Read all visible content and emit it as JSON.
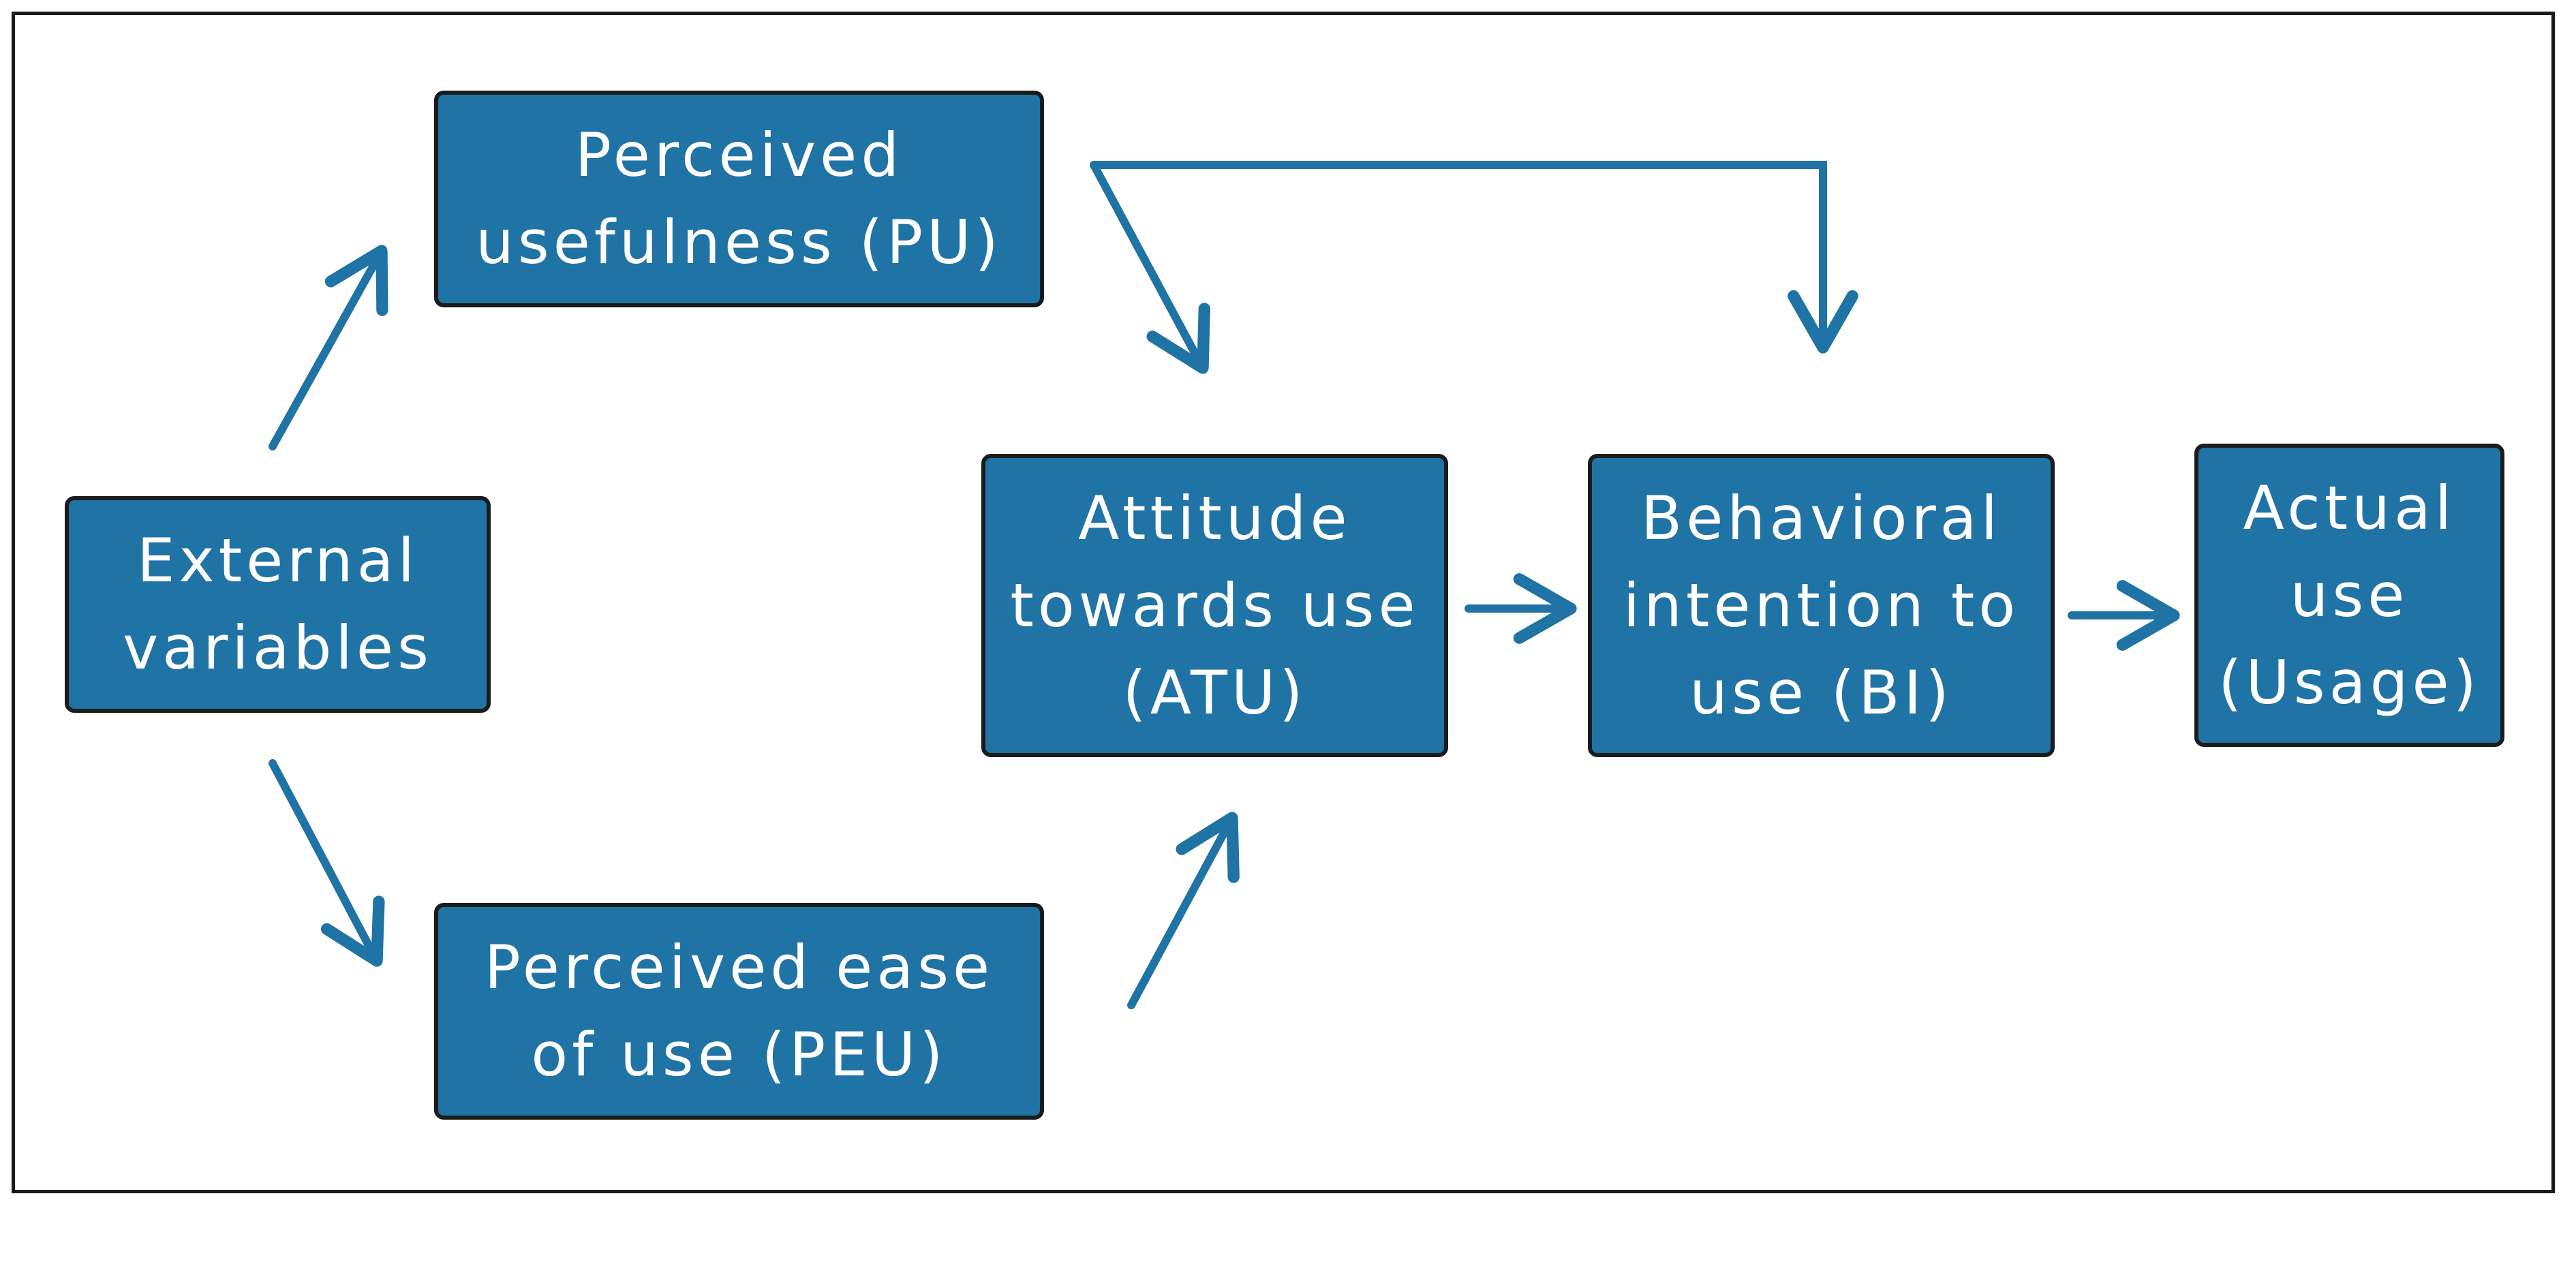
{
  "diagram": {
    "colors": {
      "box_fill": "#1f73a5",
      "box_border": "#1b1b1b",
      "box_text": "#ffffff",
      "arrow": "#1f73a5",
      "frame": "#1a1a1a"
    },
    "nodes": {
      "pu": {
        "lines": [
          "Perceived",
          "usefulness (PU)"
        ]
      },
      "ext": {
        "lines": [
          "External",
          "variables"
        ]
      },
      "peu": {
        "lines": [
          "Perceived ease",
          "of use (PEU)"
        ]
      },
      "atu": {
        "lines": [
          "Attitude",
          "towards use",
          "(ATU)"
        ]
      },
      "bi": {
        "lines": [
          "Behavioral",
          "intention to",
          "use (BI)"
        ]
      },
      "use": {
        "lines": [
          "Actual",
          "use",
          "(Usage)"
        ]
      }
    },
    "edges": [
      {
        "from": "ext",
        "to": "pu"
      },
      {
        "from": "ext",
        "to": "peu"
      },
      {
        "from": "pu",
        "to": "atu"
      },
      {
        "from": "pu",
        "to": "bi"
      },
      {
        "from": "peu",
        "to": "atu"
      },
      {
        "from": "atu",
        "to": "bi"
      },
      {
        "from": "bi",
        "to": "use"
      }
    ]
  }
}
